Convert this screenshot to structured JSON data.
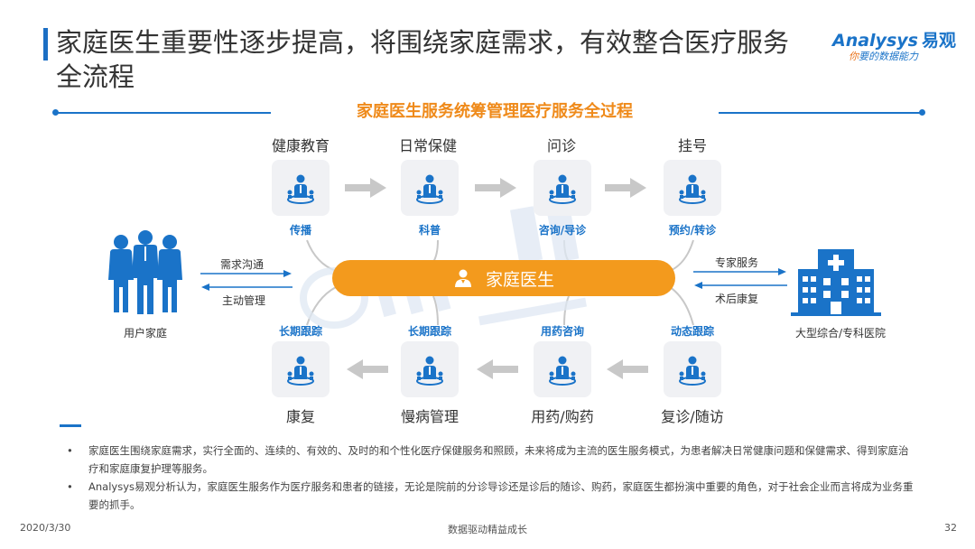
{
  "header": {
    "title": "家庭医生重要性逐步提高，将围绕家庭需求，有效整合医疗服务全流程",
    "logo_en": "Analysys",
    "logo_cn": "易观",
    "logo_slogan_first": "你",
    "logo_slogan_rest": "要的数据能力"
  },
  "diagram": {
    "subtitle": "家庭医生服务统筹管理医疗服务全过程",
    "top_steps": [
      {
        "label": "健康教育",
        "sub": "传播"
      },
      {
        "label": "日常保健",
        "sub": "科普"
      },
      {
        "label": "问诊",
        "sub": "咨询/导诊"
      },
      {
        "label": "挂号",
        "sub": "预约/转诊"
      }
    ],
    "bottom_steps": [
      {
        "label": "康复",
        "sub": "长期跟踪"
      },
      {
        "label": "慢病管理",
        "sub": "长期跟踪"
      },
      {
        "label": "用药/购药",
        "sub": "用药咨询"
      },
      {
        "label": "复诊/随访",
        "sub": "动态跟踪"
      }
    ],
    "center": "家庭医生",
    "left_entity": "用户家庭",
    "left_to_center": "需求沟通",
    "center_to_left": "主动管理",
    "right_entity": "大型综合/专科医院",
    "center_to_right": "专家服务",
    "right_to_center": "术后康复",
    "colors": {
      "accent_blue": "#1a73c8",
      "accent_orange": "#f39a1d",
      "arrow_gray": "#c8c8c8"
    }
  },
  "bullets": [
    "家庭医生围绕家庭需求，实行全面的、连续的、有效的、及时的和个性化医疗保健服务和照顾，未来将成为主流的医生服务模式，为患者解决日常健康问题和保健需求、得到家庭治疗和家庭康复护理等服务。",
    "Analysys易观分析认为，家庭医生服务作为医疗服务和患者的链接，无论是院前的分诊导诊还是诊后的随诊、购药，家庭医生都扮演中重要的角色，对于社会企业而言将成为业务重要的抓手。"
  ],
  "footer": {
    "date": "2020/3/30",
    "center": "数据驱动精益成长",
    "page": "32"
  }
}
